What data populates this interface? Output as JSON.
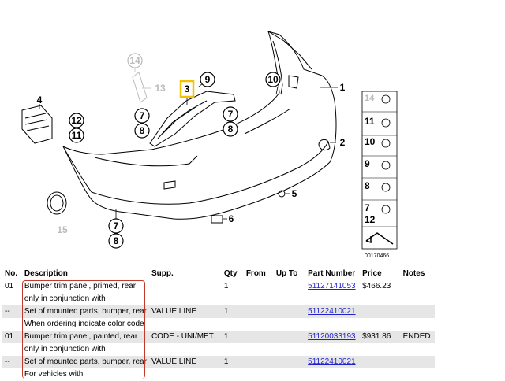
{
  "diagram": {
    "callouts": [
      {
        "id": "c1",
        "label": "1"
      },
      {
        "id": "c2",
        "label": "2"
      },
      {
        "id": "c3",
        "label": "3"
      },
      {
        "id": "c4",
        "label": "4"
      },
      {
        "id": "c5",
        "label": "5"
      },
      {
        "id": "c6",
        "label": "6"
      },
      {
        "id": "c7a",
        "label": "7"
      },
      {
        "id": "c7b",
        "label": "7"
      },
      {
        "id": "c7c",
        "label": "7"
      },
      {
        "id": "c8a",
        "label": "8"
      },
      {
        "id": "c8b",
        "label": "8"
      },
      {
        "id": "c8c",
        "label": "8"
      },
      {
        "id": "c9",
        "label": "9"
      },
      {
        "id": "c10",
        "label": "10"
      },
      {
        "id": "c11",
        "label": "11"
      },
      {
        "id": "c12",
        "label": "12"
      },
      {
        "id": "c13",
        "label": "13"
      },
      {
        "id": "c14",
        "label": "14"
      },
      {
        "id": "c15",
        "label": "15"
      }
    ],
    "legend_items": [
      "14",
      "11",
      "10",
      "9",
      "8",
      "7",
      "12"
    ],
    "diagram_ref": "00170466",
    "highlight_color": "#f2c200",
    "muted_color": "#bbbbbb"
  },
  "table": {
    "headers": [
      "No.",
      "Description",
      "Supp.",
      "Qty",
      "From",
      "Up To",
      "Part Number",
      "Price",
      "Notes"
    ],
    "rows": [
      {
        "no": "01",
        "desc": "Bumper trim panel, primed, rear",
        "supp": "",
        "qty": "1",
        "from": "",
        "upto": "",
        "part": "51127141053",
        "price": "$466.23",
        "notes": ""
      },
      {
        "no": "",
        "desc": "only in conjunction with",
        "supp": "",
        "qty": "",
        "from": "",
        "upto": "",
        "part": "",
        "price": "",
        "notes": ""
      },
      {
        "no": "--",
        "desc": "Set of mounted parts, bumper, rear",
        "supp": "VALUE LINE",
        "qty": "1",
        "from": "",
        "upto": "",
        "part": "51122410021",
        "price": "",
        "notes": ""
      },
      {
        "no": "",
        "desc": "When ordering indicate color code",
        "supp": "",
        "qty": "",
        "from": "",
        "upto": "",
        "part": "",
        "price": "",
        "notes": ""
      },
      {
        "no": "01",
        "desc": "Bumper trim panel, painted, rear",
        "supp": "CODE - UNI/MET.",
        "qty": "1",
        "from": "",
        "upto": "",
        "part": "51120033193",
        "price": "$931.86",
        "notes": "ENDED"
      },
      {
        "no": "",
        "desc": "only in conjunction with",
        "supp": "",
        "qty": "",
        "from": "",
        "upto": "",
        "part": "",
        "price": "",
        "notes": ""
      },
      {
        "no": "--",
        "desc": "Set of mounted parts, bumper, rear",
        "supp": "VALUE LINE",
        "qty": "1",
        "from": "",
        "upto": "",
        "part": "51122410021",
        "price": "",
        "notes": ""
      },
      {
        "no": "",
        "desc": "For vehicles with",
        "supp": "",
        "qty": "",
        "from": "",
        "upto": "",
        "part": "",
        "price": "",
        "notes": ""
      }
    ],
    "link_color": "#2222cc",
    "shade_color": "#e6e6e6",
    "bracket_color": "#c0392b"
  }
}
